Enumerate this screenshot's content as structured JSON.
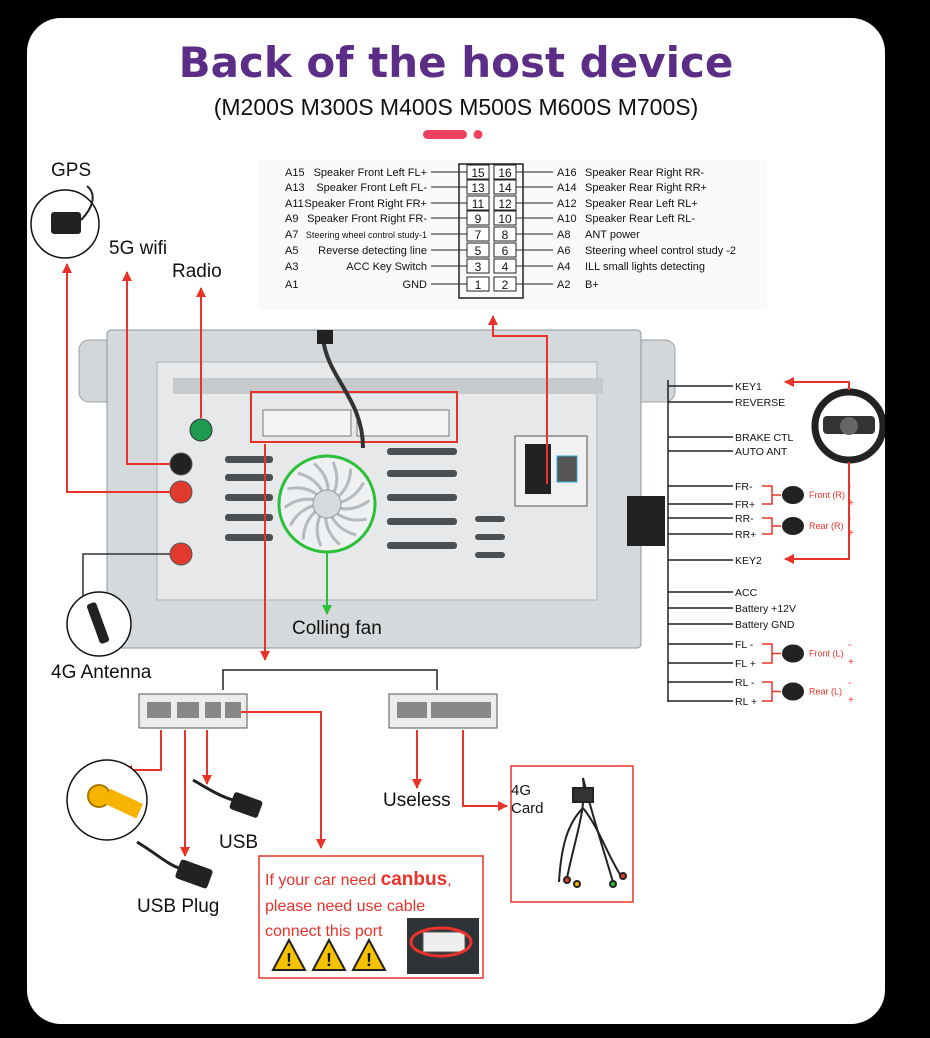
{
  "title": "Back of the host device",
  "subtitle": "(M200S M300S M400S M500S M600S M700S)",
  "colors": {
    "title": "#5b2d86",
    "accent": "#ef4260",
    "wire": "#e8322a",
    "fan": "#2bbf3a",
    "panel": "#d6d9dc"
  },
  "pinout": {
    "left": [
      {
        "id": "A15",
        "label": "Speaker Front Left FL+",
        "pin": "15"
      },
      {
        "id": "A13",
        "label": "Speaker Front Left FL-",
        "pin": "13"
      },
      {
        "id": "A11",
        "label": "Speaker Front Right FR+",
        "pin": "11"
      },
      {
        "id": "A9",
        "label": "Speaker Front Right FR-",
        "pin": "9"
      },
      {
        "id": "A7",
        "label": "Steering wheel control study-1",
        "pin": "7"
      },
      {
        "id": "A5",
        "label": "Reverse detecting line",
        "pin": "5"
      },
      {
        "id": "A3",
        "label": "ACC Key Switch",
        "pin": "3"
      },
      {
        "id": "A1",
        "label": "GND",
        "pin": "1"
      }
    ],
    "right": [
      {
        "id": "A16",
        "label": "Speaker Rear Right RR-",
        "pin": "16"
      },
      {
        "id": "A14",
        "label": "Speaker Rear Right RR+",
        "pin": "14"
      },
      {
        "id": "A12",
        "label": "Speaker Rear Left RL+",
        "pin": "12"
      },
      {
        "id": "A10",
        "label": "Speaker Rear Left RL-",
        "pin": "10"
      },
      {
        "id": "A8",
        "label": "ANT power",
        "pin": "8"
      },
      {
        "id": "A6",
        "label": "Steering wheel control study -2",
        "pin": "6"
      },
      {
        "id": "A4",
        "label": "ILL small lights detecting",
        "pin": "4"
      },
      {
        "id": "A2",
        "label": "B+",
        "pin": "2"
      }
    ]
  },
  "labels": {
    "gps": "GPS",
    "wifi": "5G wifi",
    "radio": "Radio",
    "antenna": "4G Antenna",
    "fan": "Colling fan",
    "useless": "Useless",
    "card_line1": "4G",
    "card_line2": "Card",
    "usb": "USB",
    "usb_plug": "USB Plug"
  },
  "harness": {
    "wires": [
      "KEY1",
      "REVERSE",
      "BRAKE CTL",
      "AUTO ANT",
      "FR-",
      "FR+",
      "RR-",
      "RR+",
      "KEY2",
      "ACC",
      "Battery +12V",
      "Battery GND",
      "FL -",
      "FL +",
      "RL -",
      "RL +"
    ],
    "speakers": [
      {
        "label": "Front (R)",
        "minus": "-",
        "plus": "+"
      },
      {
        "label": "Rear (R)",
        "minus": "-",
        "plus": "+"
      },
      {
        "label": "Front (L)",
        "minus": "-",
        "plus": "+"
      },
      {
        "label": "Rear (L)",
        "minus": "-",
        "plus": "+"
      }
    ]
  },
  "canbus_note": {
    "line1_prefix": "If your car need ",
    "line1_bold": "canbus",
    "line1_suffix": ",",
    "line2": "please need use cable",
    "line3": "connect this port",
    "warning_symbol": "!"
  }
}
